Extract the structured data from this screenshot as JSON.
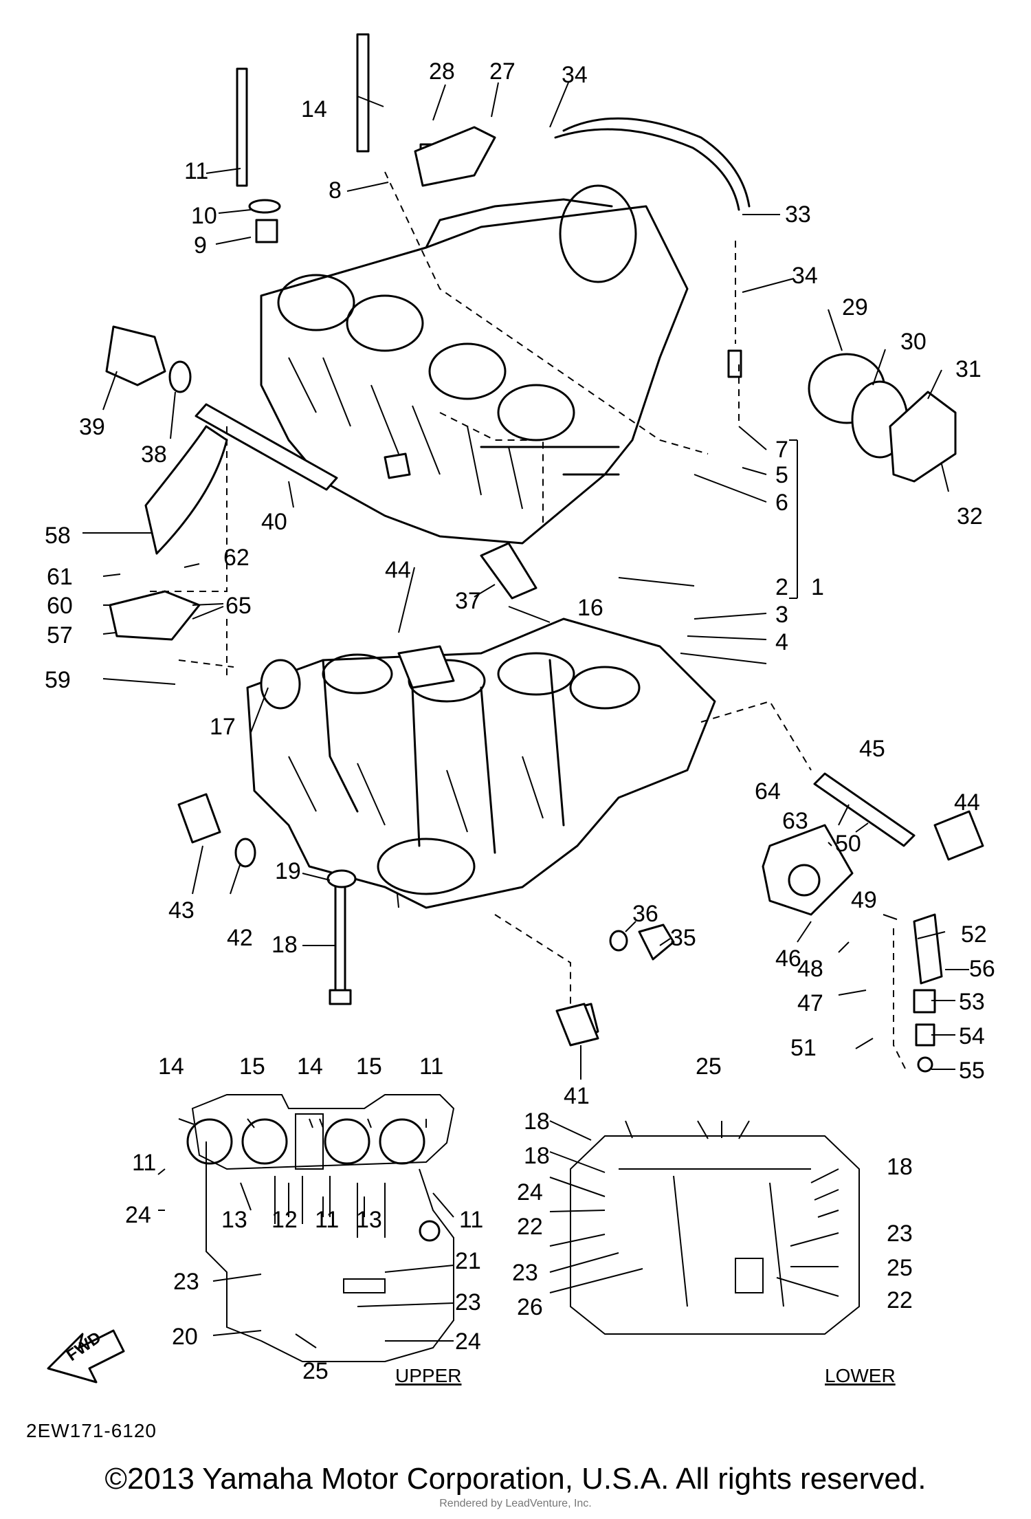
{
  "diagram": {
    "callouts": {
      "n1": "1",
      "n2": "2",
      "n3": "3",
      "n4": "4",
      "n5": "5",
      "n6": "6",
      "n7": "7",
      "n8": "8",
      "n9": "9",
      "n10": "10",
      "n11": "11",
      "n14": "14",
      "n16": "16",
      "n17": "17",
      "n18": "18",
      "n19": "19",
      "n27": "27",
      "n28": "28",
      "n29": "29",
      "n30": "30",
      "n31": "31",
      "n32": "32",
      "n33": "33",
      "n34a": "34",
      "n34b": "34",
      "n35": "35",
      "n36": "36",
      "n37": "37",
      "n38": "38",
      "n39": "39",
      "n40": "40",
      "n41": "41",
      "n42": "42",
      "n43": "43",
      "n44a": "44",
      "n44b": "44",
      "n45": "45",
      "n46": "46",
      "n47": "47",
      "n48": "48",
      "n49": "49",
      "n50": "50",
      "n51": "51",
      "n52": "52",
      "n53": "53",
      "n54": "54",
      "n55": "55",
      "n56": "56",
      "n57": "57",
      "n58": "58",
      "n59": "59",
      "n60": "60",
      "n61": "61",
      "n62": "62",
      "n63": "63",
      "n64": "64",
      "n65": "65"
    },
    "upper": {
      "title": "UPPER",
      "labels": {
        "u14a": "14",
        "u15a": "15",
        "u14b": "14",
        "u15b": "15",
        "u11a": "11",
        "u11b": "11",
        "u24a": "24",
        "u13a": "13",
        "u12": "12",
        "u11c": "11",
        "u13b": "13",
        "u11d": "11",
        "u21": "21",
        "u23a": "23",
        "u23b": "23",
        "u20": "20",
        "u25": "25",
        "u24b": "24"
      }
    },
    "lower": {
      "title": "LOWER",
      "labels": {
        "l25a": "25",
        "l18a": "18",
        "l18b": "18",
        "l18c": "18",
        "l24": "24",
        "l22a": "22",
        "l23a": "23",
        "l26": "26",
        "l23b": "23",
        "l25b": "25",
        "l22b": "22"
      }
    },
    "fwd_label": "FWD",
    "diagram_code": "2EW171-6120"
  },
  "footer": {
    "copyright": "©2013 Yamaha Motor Corporation, U.S.A. All rights reserved.",
    "watermark": "Rendered by LeadVenture, Inc."
  }
}
